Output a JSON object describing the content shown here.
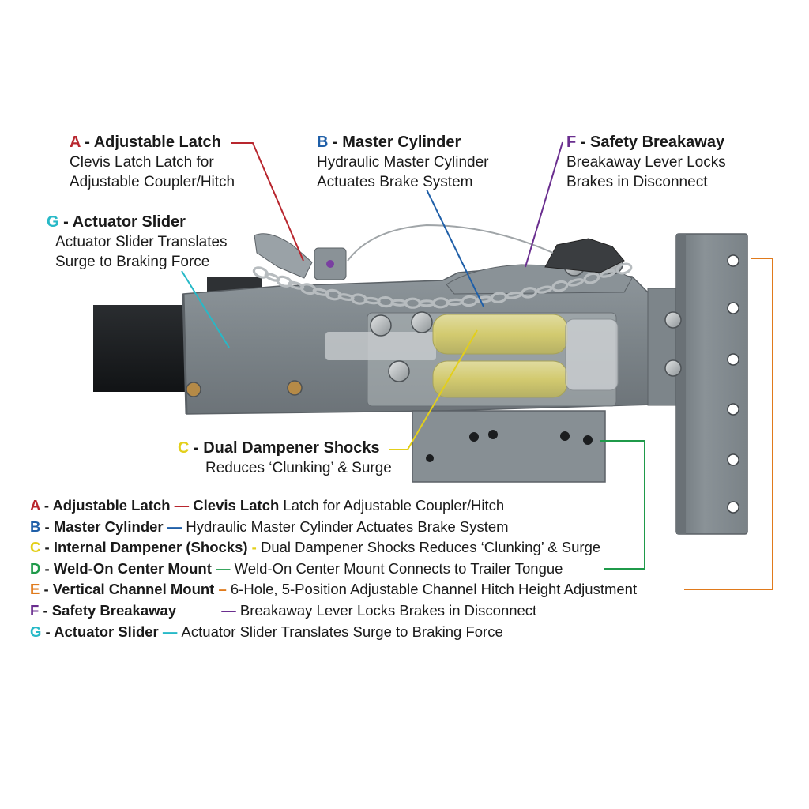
{
  "colors": {
    "A": "#b8262e",
    "B": "#1f5fa8",
    "C": "#e3cf1a",
    "D": "#1f9a4a",
    "E": "#e07a1c",
    "F": "#6a2e8f",
    "G": "#27b9c7"
  },
  "callouts": {
    "A": {
      "letter": "A",
      "title": " - Adjustable Latch",
      "lines": [
        "Clevis Latch Latch for",
        "Adjustable Coupler/Hitch"
      ]
    },
    "B": {
      "letter": "B",
      "title": " - Master Cylinder",
      "lines": [
        "Hydraulic Master Cylinder",
        "Actuates Brake System"
      ]
    },
    "F": {
      "letter": "F",
      "title": " - Safety Breakaway",
      "lines": [
        "Breakaway Lever Locks",
        "Brakes in Disconnect"
      ]
    },
    "G": {
      "letter": "G",
      "title": " - Actuator Slider",
      "lines": [
        "Actuator Slider Translates",
        "Surge to Braking Force"
      ]
    },
    "C": {
      "letter": "C",
      "title": " - Dual Dampener Shocks",
      "lines": [
        "Reduces ‘Clunking’ & Surge"
      ]
    }
  },
  "legend": [
    {
      "key": "A",
      "letter": "A",
      "name": " - Adjustable Latch",
      "dash": " — ",
      "desc_bold": "Clevis Latch",
      "desc": " Latch for Adjustable Coupler/Hitch"
    },
    {
      "key": "B",
      "letter": "B",
      "name": " - Master Cylinder",
      "dash": " — ",
      "desc_bold": "",
      "desc": "Hydraulic Master Cylinder Actuates Brake System"
    },
    {
      "key": "C",
      "letter": "C",
      "name": " - Internal Dampener (Shocks)",
      "dash": " - ",
      "desc_bold": "",
      "desc": "Dual Dampener Shocks Reduces ‘Clunking’ & Surge"
    },
    {
      "key": "D",
      "letter": "D",
      "name": " - Weld-On Center Mount",
      "dash": " — ",
      "desc_bold": "",
      "desc": "Weld-On Center Mount Connects to Trailer Tongue"
    },
    {
      "key": "E",
      "letter": "E",
      "name": " - Vertical Channel Mount",
      "dash": " – ",
      "desc_bold": "",
      "desc": "6-Hole, 5-Position Adjustable Channel Hitch Height Adjustment"
    },
    {
      "key": "F",
      "letter": "F",
      "name": " - Safety Breakaway",
      "dash": " — ",
      "desc_bold": "",
      "desc": "Breakaway Lever Locks Brakes in Disconnect"
    },
    {
      "key": "G",
      "letter": "G",
      "name": " - Actuator Slider",
      "dash": " — ",
      "desc_bold": "",
      "desc": "Actuator Slider Translates Surge to Braking Force"
    }
  ]
}
